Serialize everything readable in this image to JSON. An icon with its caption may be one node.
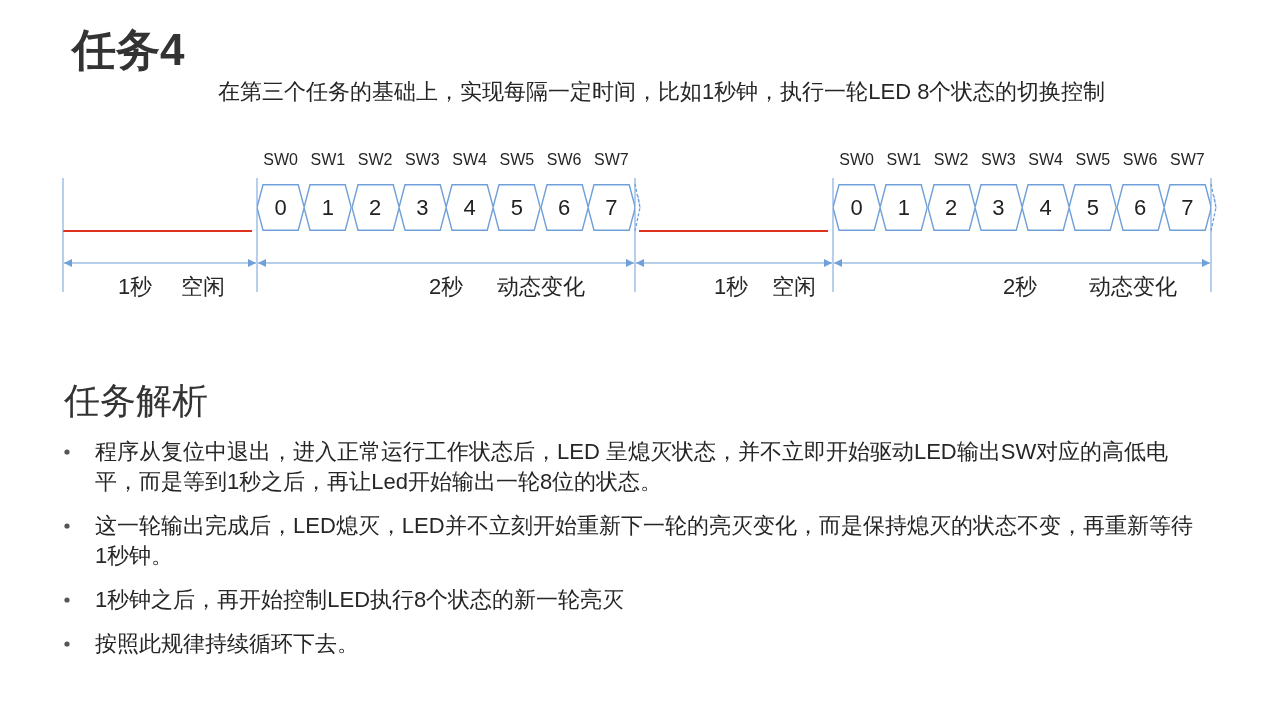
{
  "diagram": {
    "title": "任务4",
    "nodes": [
      {
        "text": [
          "0"
        ]
      },
      {
        "text": [
          "1"
        ]
      },
      {
        "text": [
          "2"
        ]
      },
      {
        "text": [
          "3"
        ]
      },
      {
        "text": [
          "4"
        ]
      },
      {
        "text": [
          "5"
        ]
      },
      {
        "text": [
          "6"
        ]
      },
      {
        "text": [
          "7"
        ]
      },
      {
        "text": [
          "0"
        ]
      },
      {
        "text": [
          "1"
        ]
      },
      {
        "text": [
          "2"
        ]
      },
      {
        "text": [
          "3"
        ]
      },
      {
        "text": [
          "4"
        ]
      },
      {
        "text": [
          "5"
        ]
      },
      {
        "text": [
          "6"
        ]
      },
      {
        "text": [
          "7"
        ]
      }
    ],
    "labels": [
      "在第三个任务的基础上，实现每隔一定时间，比如1秒钟，执行一轮LED 8个状态的切换控制",
      "SW0",
      "SW1",
      "SW2",
      "SW3",
      "SW4",
      "SW5",
      "SW6",
      "SW7",
      "SW0",
      "SW1",
      "SW2",
      "SW3",
      "SW4",
      "SW5",
      "SW6",
      "SW7",
      "1秒",
      "空闲",
      "2秒",
      "动态变化",
      "1秒",
      "空闲",
      "2秒",
      "动态变化",
      "任务解析",
      "程序从复位中退出，进入正常运行工作状态后，LED 呈熄灭状态，并不立即开始驱动LED输出SW对应的高低电平，而是等到1秒之后，再让Led开始输出一轮8位的状态。",
      "这一轮输出完成后，LED熄灭，LED并不立刻开始重新下一轮的亮灭变化，而是保持熄灭的状态不变，再重新等待1秒钟。",
      "1秒钟之后，再开始控制LED执行8个状态的新一轮亮灭",
      "按照此规律持续循环下去。"
    ]
  }
}
